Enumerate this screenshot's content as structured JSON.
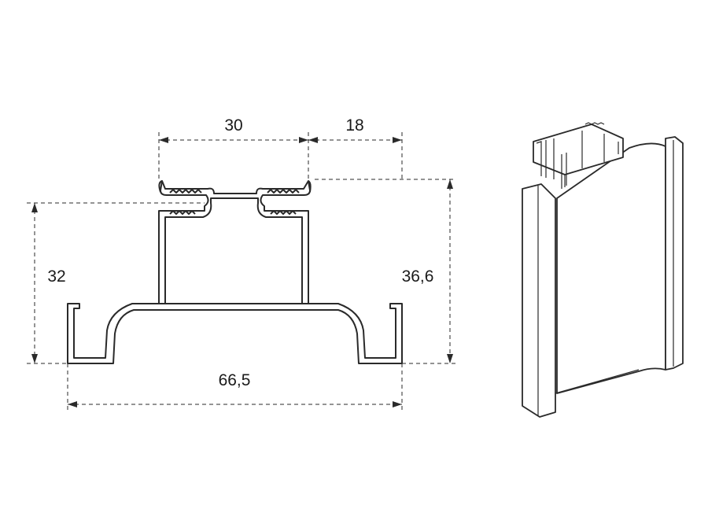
{
  "dimensions": {
    "top_width": "30",
    "top_offset": "18",
    "left_height": "32",
    "right_height": "36,6",
    "overall_width": "66,5"
  },
  "colors": {
    "line": "#2a2a2a",
    "background": "#ffffff"
  }
}
